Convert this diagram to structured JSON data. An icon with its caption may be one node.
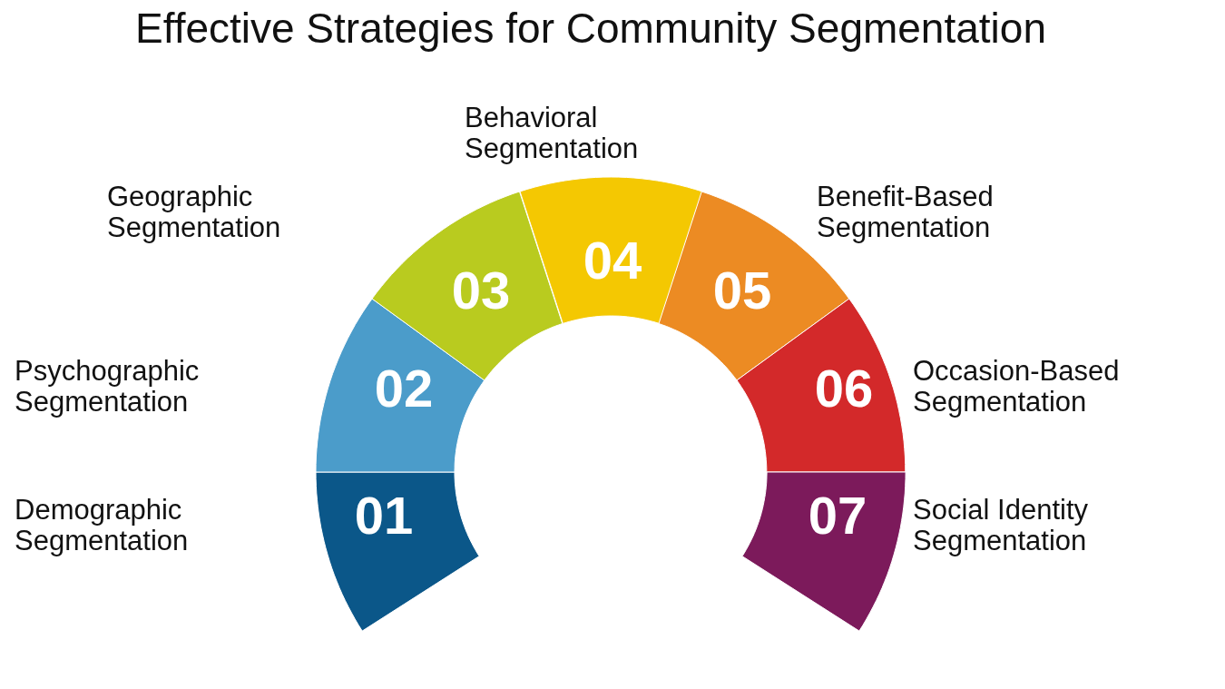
{
  "diagram": {
    "title": "Effective Strategies for Community Segmentation",
    "nodes": [
      {
        "text": [
          "01"
        ]
      },
      {
        "text": [
          "02"
        ]
      },
      {
        "text": [
          "03"
        ]
      },
      {
        "text": [
          "04"
        ]
      },
      {
        "text": [
          "05"
        ]
      },
      {
        "text": [
          "06"
        ]
      },
      {
        "text": [
          "07"
        ]
      }
    ],
    "labels": [
      "Behavioral Segmentation",
      "Geographic Segmentation",
      "Benefit-Based Segmentation",
      "Psychographic Segmentation",
      "Occasion-Based Segmentation",
      "Demographic Segmentation",
      "Social Identity Segmentation"
    ]
  }
}
